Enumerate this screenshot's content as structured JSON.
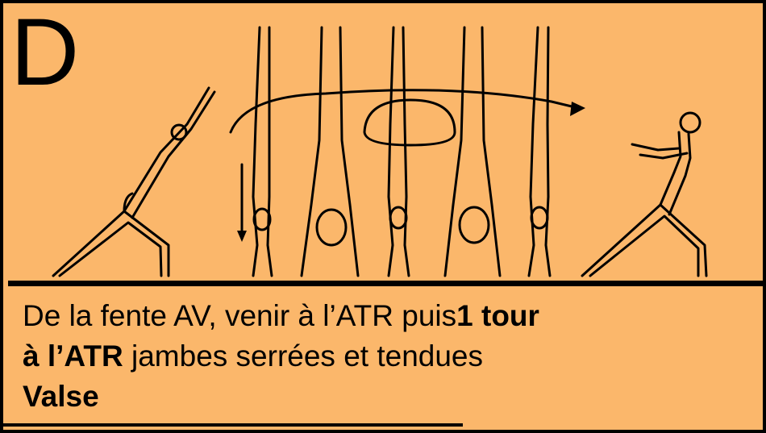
{
  "card": {
    "letter": "D",
    "colors": {
      "background": "#fbb76b",
      "ink": "#000000"
    },
    "figure_icons": [
      "lunge-figure-icon",
      "handstand-figure-icon",
      "turn-arrow-icon",
      "lunge-arms-back-figure-icon"
    ],
    "caption": {
      "line1_regular": "De la fente AV, venir à l’ATR puis",
      "line1_bold": "1 tour",
      "line2_bold": "à l’ATR",
      "line2_regular": " jambes serrées et tendues",
      "line3_bold": "Valse"
    }
  }
}
